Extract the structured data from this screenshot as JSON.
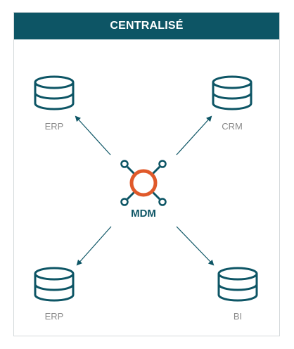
{
  "title": "CENTRALISÉ",
  "hub": {
    "label": "MDM",
    "icon": "hub-network-icon"
  },
  "nodes": [
    {
      "id": "top-left",
      "label": "ERP",
      "icon": "database-icon"
    },
    {
      "id": "top-right",
      "label": "CRM",
      "icon": "database-icon"
    },
    {
      "id": "bottom-left",
      "label": "ERP",
      "icon": "database-icon"
    },
    {
      "id": "bottom-right",
      "label": "BI",
      "icon": "database-icon"
    }
  ],
  "colors": {
    "header_bg": "#0d5565",
    "stroke": "#0d5565",
    "hub_ring": "#e0592a",
    "label_gray": "#8a8a8a"
  }
}
